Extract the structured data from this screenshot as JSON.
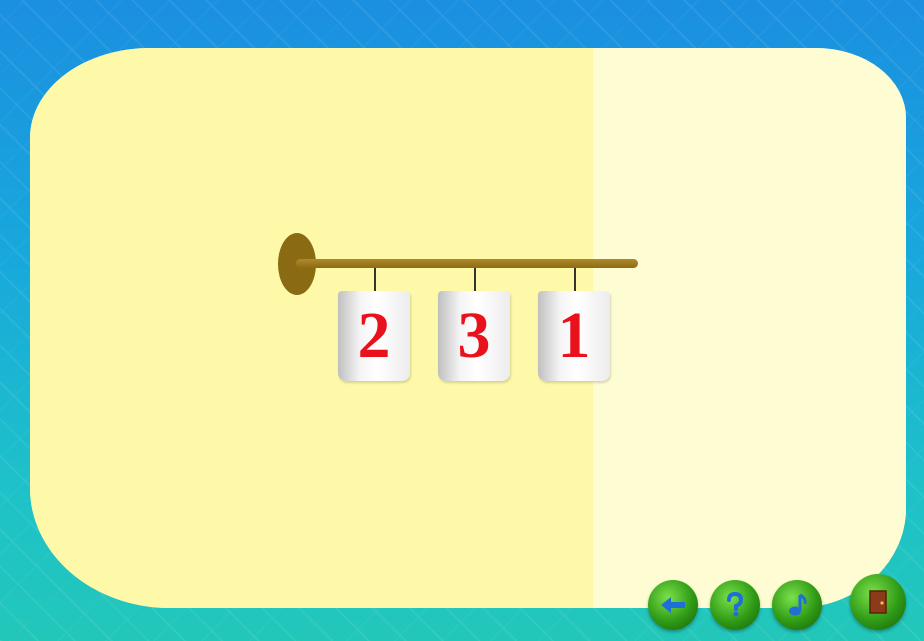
{
  "cards": [
    {
      "digit": "2"
    },
    {
      "digit": "3"
    },
    {
      "digit": "1"
    }
  ],
  "nav_buttons": [
    {
      "icon": "back-arrow-icon"
    },
    {
      "icon": "help-icon"
    },
    {
      "icon": "music-note-icon"
    },
    {
      "icon": "exit-door-icon"
    }
  ],
  "colors": {
    "digit": "#e8111c",
    "board_left": "#fdf9a8",
    "board_right": "#fefcd2",
    "rod": "#8c6b14",
    "frame": "#18a8dc"
  }
}
